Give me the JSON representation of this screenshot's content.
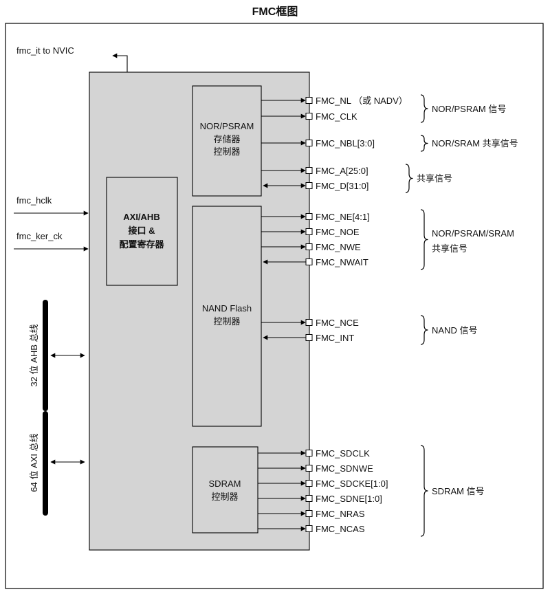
{
  "figure": {
    "title": "FMC框图"
  },
  "left": {
    "fmc_it": "fmc_it to NVIC",
    "fmc_hclk": "fmc_hclk",
    "fmc_ker_ck": "fmc_ker_ck",
    "ahb_bus": "32 位 AHB 总线",
    "axi_bus": "64 位 AXI 总线"
  },
  "blocks": {
    "axi_ahb": {
      "lines": [
        "AXI/AHB",
        "接口 &",
        "配置寄存器"
      ]
    },
    "nor_psram": {
      "lines": [
        "NOR/PSRAM",
        "存储器",
        "控制器"
      ]
    },
    "nand": {
      "lines": [
        "NAND Flash",
        "控制器"
      ]
    },
    "sdram": {
      "lines": [
        "SDRAM",
        "控制器"
      ]
    }
  },
  "signals": [
    {
      "name": "FMC_NL （或 NADV）",
      "dir": "out"
    },
    {
      "name": "FMC_CLK",
      "dir": "out"
    },
    {
      "name": "FMC_NBL[3:0]",
      "dir": "out"
    },
    {
      "name": "FMC_A[25:0]",
      "dir": "out"
    },
    {
      "name": "FMC_D[31:0]",
      "dir": "bidir"
    },
    {
      "name": "FMC_NE[4:1]",
      "dir": "out"
    },
    {
      "name": "FMC_NOE",
      "dir": "out"
    },
    {
      "name": "FMC_NWE",
      "dir": "out"
    },
    {
      "name": "FMC_NWAIT",
      "dir": "in"
    },
    {
      "name": "FMC_NCE",
      "dir": "out"
    },
    {
      "name": "FMC_INT",
      "dir": "in"
    },
    {
      "name": "FMC_SDCLK",
      "dir": "out"
    },
    {
      "name": "FMC_SDNWE",
      "dir": "out"
    },
    {
      "name": "FMC_SDCKE[1:0]",
      "dir": "out"
    },
    {
      "name": "FMC_SDNE[1:0]",
      "dir": "out"
    },
    {
      "name": "FMC_NRAS",
      "dir": "out"
    },
    {
      "name": "FMC_NCAS",
      "dir": "out"
    }
  ],
  "groups": [
    {
      "label": "NOR/PSRAM 信号",
      "signals": [
        "FMC_NL （或 NADV）",
        "FMC_CLK"
      ]
    },
    {
      "label": "NOR/SRAM 共享信号",
      "signals": [
        "FMC_NBL[3:0]"
      ]
    },
    {
      "label": "共享信号",
      "signals": [
        "FMC_A[25:0]",
        "FMC_D[31:0]"
      ]
    },
    {
      "label": "NOR/PSRAM/SRAM 共享信号",
      "signals": [
        "FMC_NE[4:1]",
        "FMC_NOE",
        "FMC_NWE",
        "FMC_NWAIT"
      ]
    },
    {
      "label": "NAND 信号",
      "signals": [
        "FMC_NCE",
        "FMC_INT"
      ]
    },
    {
      "label": "SDRAM 信号",
      "signals": [
        "FMC_SDCLK",
        "FMC_SDNWE",
        "FMC_SDCKE[1:0]",
        "FMC_SDNE[1:0]",
        "FMC_NRAS",
        "FMC_NCAS"
      ]
    }
  ],
  "group_labels": {
    "nor_psram": "NOR/PSRAM 信号",
    "nor_sram": "NOR/SRAM 共享信号",
    "shared": "共享信号",
    "nor_psram_sram_1": "NOR/PSRAM/SRAM",
    "nor_psram_sram_2": "共享信号",
    "nand": "NAND 信号",
    "sdram": "SDRAM 信号"
  },
  "colors": {
    "block_fill": "#d4d4d4",
    "line": "#000000",
    "pin_fill": "#ffffff"
  }
}
